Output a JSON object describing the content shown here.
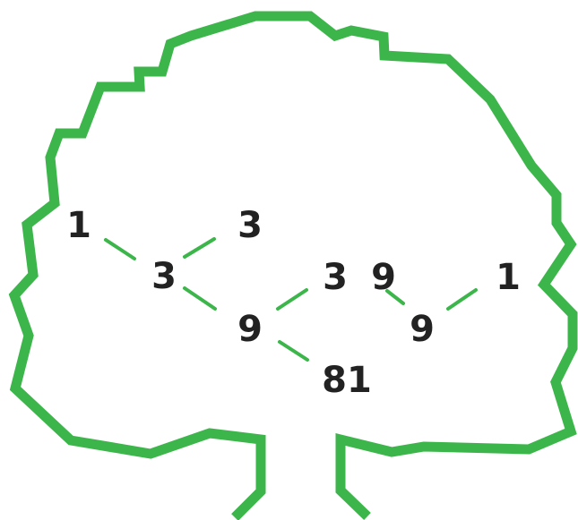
{
  "colors": {
    "tree_outline": "#3cb64a",
    "branch": "#3cb64a",
    "text": "#222222",
    "background": "#ffffff"
  },
  "factor_tree": {
    "nodes": [
      {
        "id": "n1",
        "value": "1"
      },
      {
        "id": "n2",
        "value": "3"
      },
      {
        "id": "n3",
        "value": "3"
      },
      {
        "id": "n4",
        "value": "3"
      },
      {
        "id": "n5",
        "value": "9"
      },
      {
        "id": "n6",
        "value": "9"
      },
      {
        "id": "n7",
        "value": "1"
      },
      {
        "id": "n8",
        "value": "9"
      },
      {
        "id": "n9",
        "value": "81"
      }
    ],
    "edges": [
      {
        "from": "n1",
        "to": "n3"
      },
      {
        "from": "n2",
        "to": "n3"
      },
      {
        "from": "n3",
        "to": "n8"
      },
      {
        "from": "n4",
        "to": "n8"
      },
      {
        "from": "n5",
        "to": "n6"
      },
      {
        "from": "n7",
        "to": "n6"
      },
      {
        "from": "n8",
        "to": "n9"
      }
    ]
  }
}
